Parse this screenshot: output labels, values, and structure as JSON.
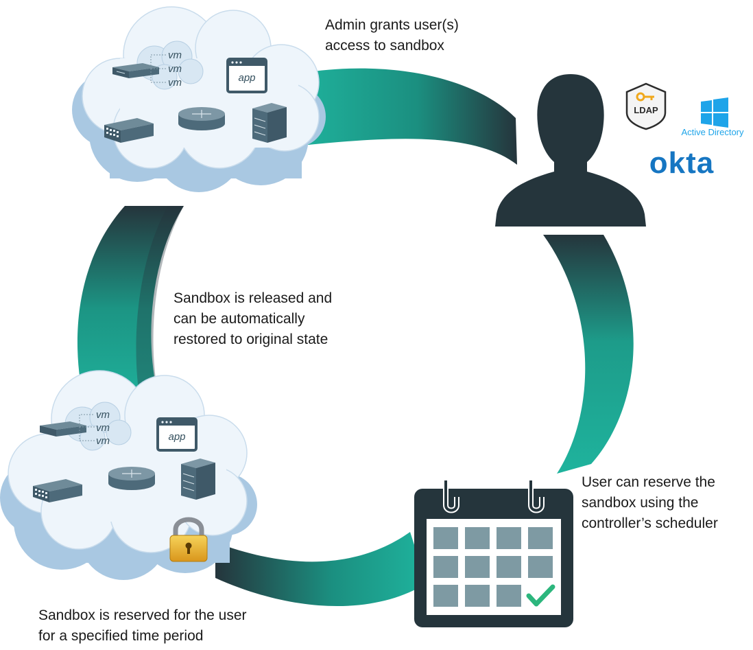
{
  "captions": {
    "admin": {
      "line1": "Admin grants user(s)",
      "line2": "access to sandbox"
    },
    "released": {
      "line1": "Sandbox is released and",
      "line2": "can be automatically",
      "line3": "restored to original state"
    },
    "reserve": {
      "line1": "User can reserve the",
      "line2": "sandbox using the",
      "line3": "controller’s scheduler"
    },
    "reserved": {
      "line1": "Sandbox is reserved for the user",
      "line2": "for a specified time period"
    }
  },
  "cloud_top": {
    "vm1": "vm",
    "vm2": "vm",
    "vm3": "vm",
    "app": "app"
  },
  "cloud_bottom": {
    "vm1": "vm",
    "vm2": "vm",
    "vm3": "vm",
    "app": "app"
  },
  "identity": {
    "ldap": "LDAP",
    "active_directory": "Active Directory",
    "okta": "okta"
  },
  "colors": {
    "teal": "#1fb39d",
    "dark_slate": "#25353c",
    "cloud_fill": "#eef5fb",
    "cloud_shadow": "#a9c8e2",
    "device": "#4d6a7a",
    "calendar_cell": "#7e9aa3",
    "check": "#2cb67d",
    "windows_blue": "#1ea4e9",
    "okta_blue": "#1676c2",
    "lock_gold": "#e0a92a"
  },
  "icons": [
    "person-silhouette-icon",
    "calendar-icon",
    "checkmark-icon",
    "lock-icon",
    "ldap-key-icon",
    "windows-logo-icon",
    "server-icon",
    "router-icon",
    "switch-icon",
    "app-window-icon",
    "rack-server-icon"
  ]
}
